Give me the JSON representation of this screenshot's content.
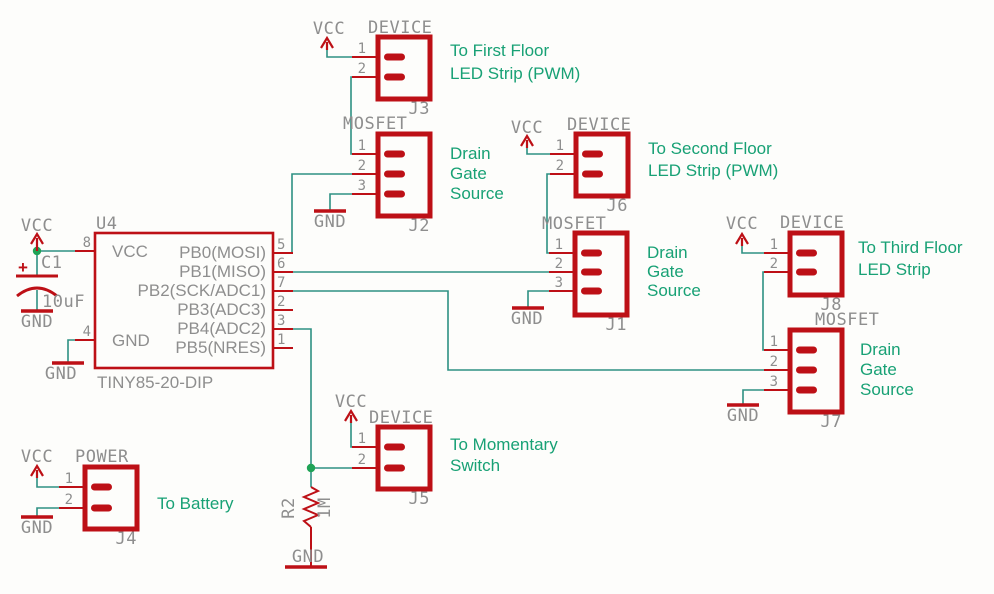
{
  "colors": {
    "component_red": "#bd1016",
    "wire_teal": "#2e9183",
    "annotation_green": "#18a175",
    "label_gray": "#8e8e8e",
    "junction_green": "#1fa356",
    "background": "#fdfdfb"
  },
  "power": {
    "vcc_label": "VCC",
    "gnd_label": "GND"
  },
  "ic": {
    "refdes": "U4",
    "part": "TINY85-20-DIP",
    "left_pins": [
      {
        "num": "8",
        "name": "VCC"
      },
      {
        "num": "4",
        "name": "GND"
      }
    ],
    "right_pins": [
      {
        "num": "5",
        "name": "PB0(MOSI)"
      },
      {
        "num": "6",
        "name": "PB1(MISO)"
      },
      {
        "num": "7",
        "name": "PB2(SCK/ADC1)"
      },
      {
        "num": "2",
        "name": "PB3(ADC3)"
      },
      {
        "num": "3",
        "name": "PB4(ADC2)"
      },
      {
        "num": "1",
        "name": "PB5(NRES)"
      }
    ]
  },
  "capacitor": {
    "refdes": "C1",
    "value": "10uF",
    "polarity": "+"
  },
  "resistor": {
    "refdes": "R2",
    "value": "1M"
  },
  "connectors": [
    {
      "id": "J3",
      "type": "DEVICE",
      "refdes": "J3",
      "pins": [
        "1",
        "2"
      ],
      "note_lines": [
        "To First Floor",
        "LED Strip (PWM)"
      ]
    },
    {
      "id": "J2",
      "type": "MOSFET",
      "refdes": "J2",
      "pins": [
        "1",
        "2",
        "3"
      ],
      "note_lines": [
        "Drain",
        "Gate",
        "Source"
      ]
    },
    {
      "id": "J6",
      "type": "DEVICE",
      "refdes": "J6",
      "pins": [
        "1",
        "2"
      ],
      "note_lines": [
        "To Second Floor",
        "LED Strip (PWM)"
      ]
    },
    {
      "id": "J1",
      "type": "MOSFET",
      "refdes": "J1",
      "pins": [
        "1",
        "2",
        "3"
      ],
      "note_lines": [
        "Drain",
        "Gate",
        "Source"
      ]
    },
    {
      "id": "J8",
      "type": "DEVICE",
      "refdes": "J8",
      "pins": [
        "1",
        "2"
      ],
      "note_lines": [
        "To Third Floor",
        "LED Strip"
      ]
    },
    {
      "id": "J7",
      "type": "MOSFET",
      "refdes": "J7",
      "pins": [
        "1",
        "2",
        "3"
      ],
      "note_lines": [
        "Drain",
        "Gate",
        "Source"
      ]
    },
    {
      "id": "J5",
      "type": "DEVICE",
      "refdes": "J5",
      "pins": [
        "1",
        "2"
      ],
      "note_lines": [
        "To Momentary",
        "Switch"
      ]
    },
    {
      "id": "J4",
      "type": "POWER",
      "refdes": "J4",
      "pins": [
        "1",
        "2"
      ],
      "note_lines": [
        "To Battery"
      ]
    }
  ]
}
